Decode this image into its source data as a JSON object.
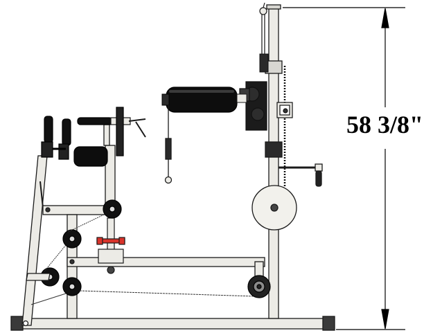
{
  "dimension": {
    "height_label": "58 3/8\""
  },
  "colors": {
    "frame_fill": "#ecebe6",
    "frame_stroke": "#1a1a1a",
    "pad_fill": "#0d0d0d",
    "accent_red": "#d9342b",
    "disc_fill": "#f2f1ec",
    "dimension_line": "#000000"
  },
  "parts": [
    "main-frame",
    "upright-post",
    "back-pad-roller",
    "leg-rollers",
    "handles",
    "pulley-wheels",
    "caster-wheel",
    "weight-disc",
    "crank-handle",
    "chain",
    "cable",
    "adjustment-knob",
    "height-dimension"
  ]
}
